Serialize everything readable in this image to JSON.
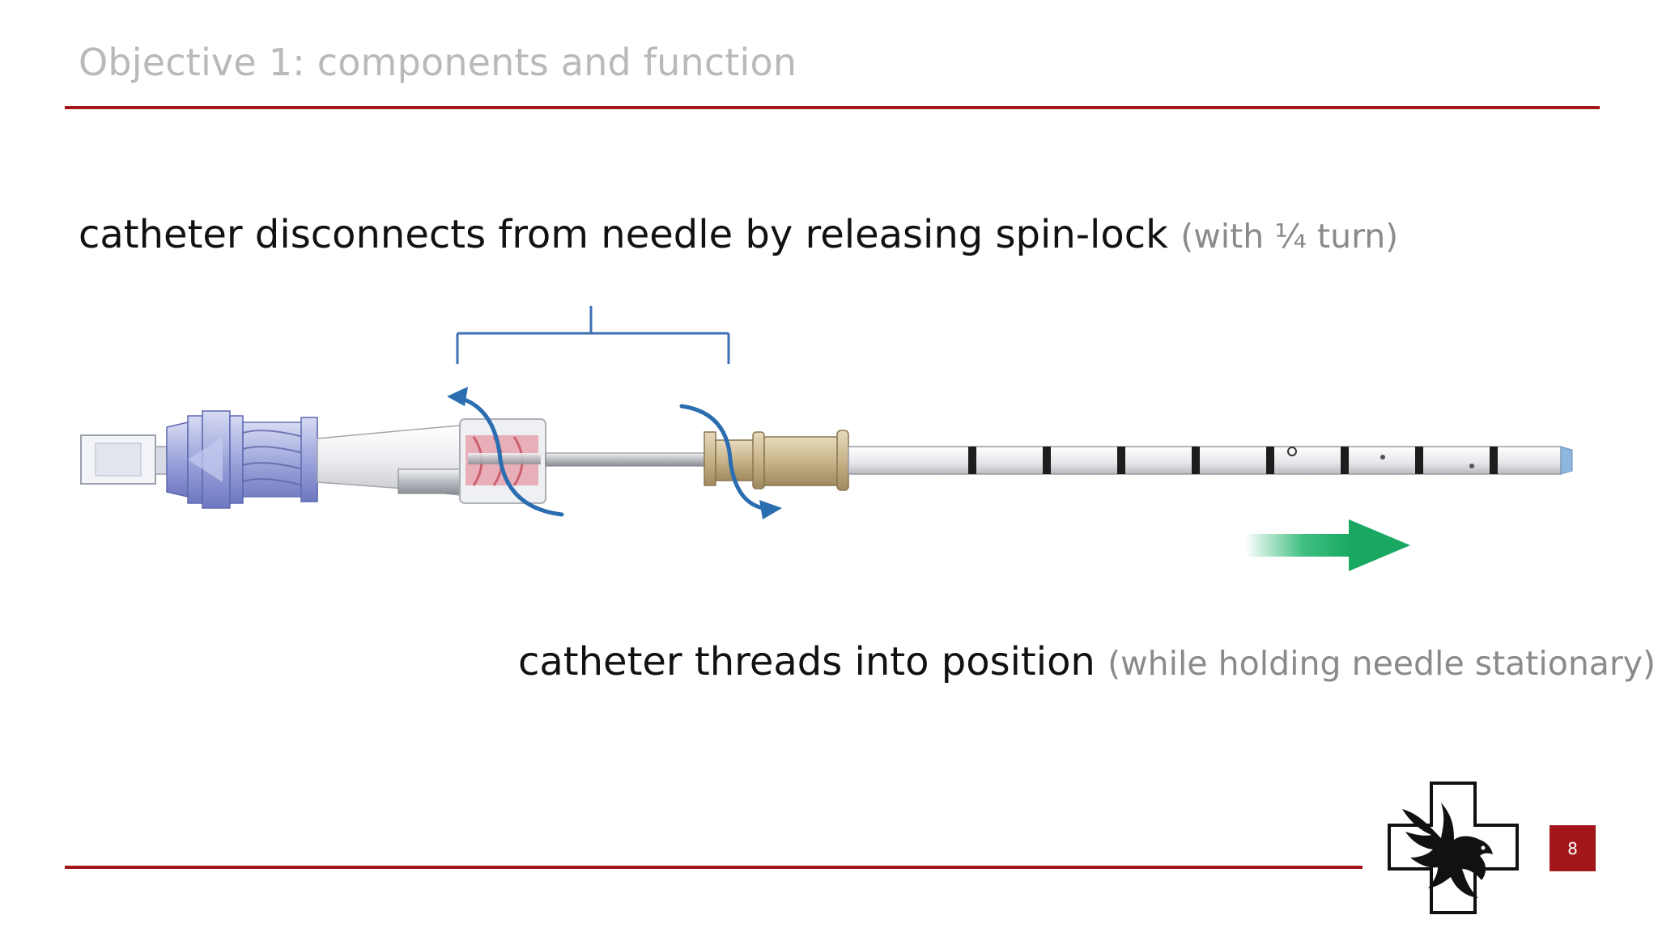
{
  "slide": {
    "title": "Objective 1: components and function",
    "caption_top": {
      "main": "catheter disconnects from needle by releasing spin-lock",
      "aside": "(with ¼ turn)"
    },
    "caption_bottom": {
      "main": "catheter threads into position",
      "aside": "(while holding needle stationary)"
    },
    "page_number": "8"
  },
  "colors": {
    "accent_red": "#a3171b",
    "title_gray": "#b9b9b9",
    "bracket_blue": "#3c6fb4",
    "rotation_arrow_blue": "#2a6db0",
    "direction_arrow_green": "#1fb36b",
    "catheter_hub_tan": "#c8b48a"
  },
  "icons": {
    "logo": "eagle-cross-logo",
    "rotation": "curved-rotation-arrow-icon",
    "direction": "right-arrow-icon"
  }
}
